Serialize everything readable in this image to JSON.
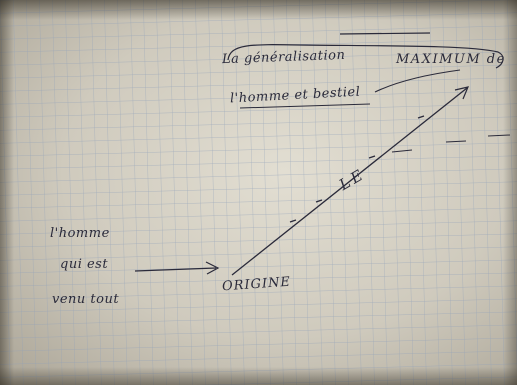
{
  "notes": {
    "top_left": "La généralisation",
    "top_right": "MAXIMUM de",
    "second_line": "l'homme et bestiel",
    "arrow_label": "LE",
    "left_1": "l'homme",
    "left_2": "qui est",
    "left_3": "venu tout",
    "origin": "ORIGINE"
  },
  "colors": {
    "ink": "#2a2a3a",
    "grid": "#8fa0b8",
    "paper": "#dcd8cc"
  }
}
